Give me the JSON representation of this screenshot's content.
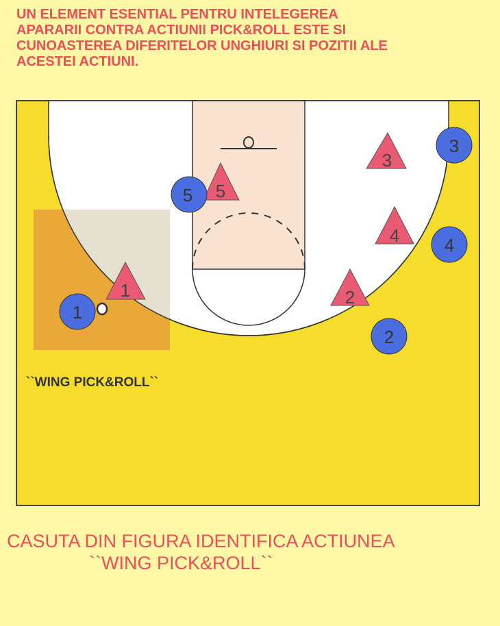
{
  "intro_lines": [
    "UN ELEMENT ESENTIAL PENTRU INTELEGEREA",
    "APARARII CONTRA ACTIUNII PICK&ROLL ESTE SI",
    "CUNOASTEREA DIFERITELOR UNGHIURI SI POZITII ALE",
    "ACESTEI ACTIUNI."
  ],
  "court": {
    "box_label": "``WING PICK&ROLL``",
    "offense": [
      {
        "label": "1",
        "icon": "circle"
      },
      {
        "label": "2",
        "icon": "circle"
      },
      {
        "label": "3",
        "icon": "circle"
      },
      {
        "label": "4",
        "icon": "circle"
      },
      {
        "label": "5",
        "icon": "circle"
      }
    ],
    "defense": [
      {
        "label": "1",
        "icon": "triangle"
      },
      {
        "label": "2",
        "icon": "triangle"
      },
      {
        "label": "3",
        "icon": "triangle"
      },
      {
        "label": "4",
        "icon": "triangle"
      },
      {
        "label": "5",
        "icon": "triangle"
      }
    ],
    "colors": {
      "court": "#f6dc2c",
      "offense": "#4a6ee0",
      "defense": "#ea5a72",
      "text": "#e8505a"
    }
  },
  "caption_lines": [
    "CASUTA DIN FIGURA IDENTIFICA ACTIUNEA",
    "``WING PICK&ROLL``"
  ]
}
